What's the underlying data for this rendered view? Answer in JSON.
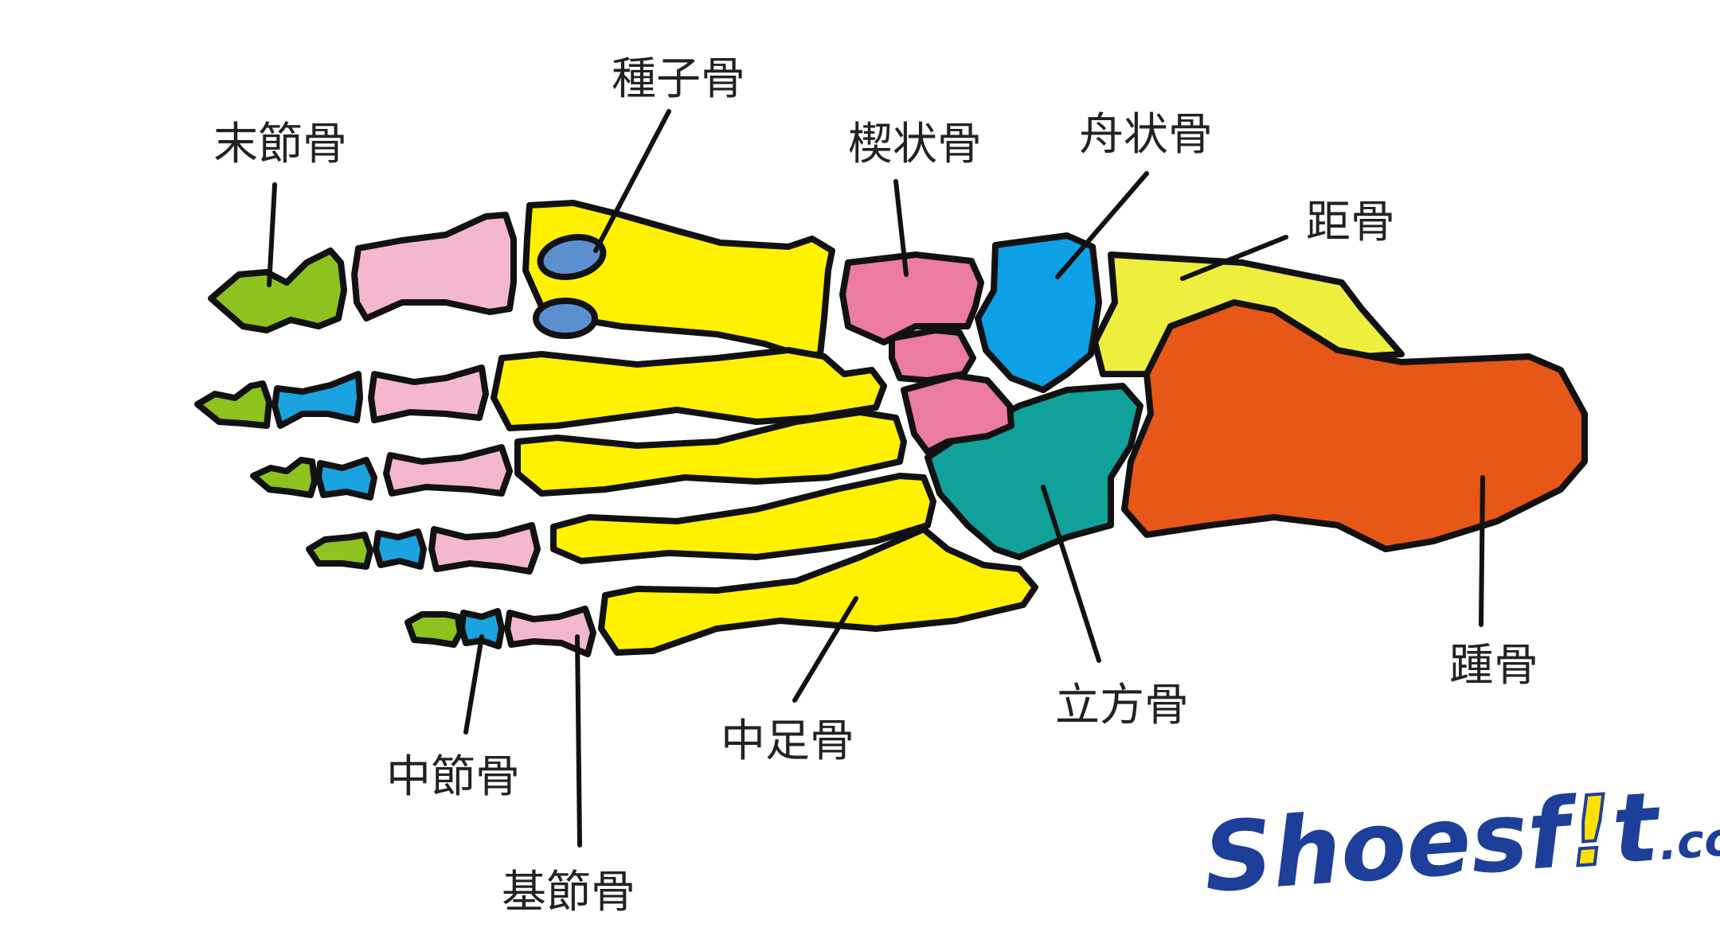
{
  "labels": {
    "distal_phalanx": "末節骨",
    "sesamoid": "種子骨",
    "cuneiform": "楔状骨",
    "navicular": "舟状骨",
    "talus": "距骨",
    "middle_phalanx": "中節骨",
    "proximal_phalanx": "基節骨",
    "metatarsal": "中足骨",
    "cuboid": "立方骨",
    "calcaneus": "踵骨"
  },
  "logo": {
    "part1": "Shoesf",
    "part2": "!",
    "part3": "t",
    "part4": ".com"
  },
  "colors": {
    "distal": "#8dc21f",
    "middle": "#1aa3de",
    "proximal": "#f4b7d0",
    "metatarsal": "#fff100",
    "sesamoid": "#5b8fd0",
    "cuneiform": "#eb7ba0",
    "navicular": "#0da0e6",
    "talus": "#eeee3f",
    "cuboid": "#0fa19a",
    "calcaneus": "#e65718",
    "logo_blue": "#1d3f9a",
    "logo_yellow": "#ffe100"
  }
}
